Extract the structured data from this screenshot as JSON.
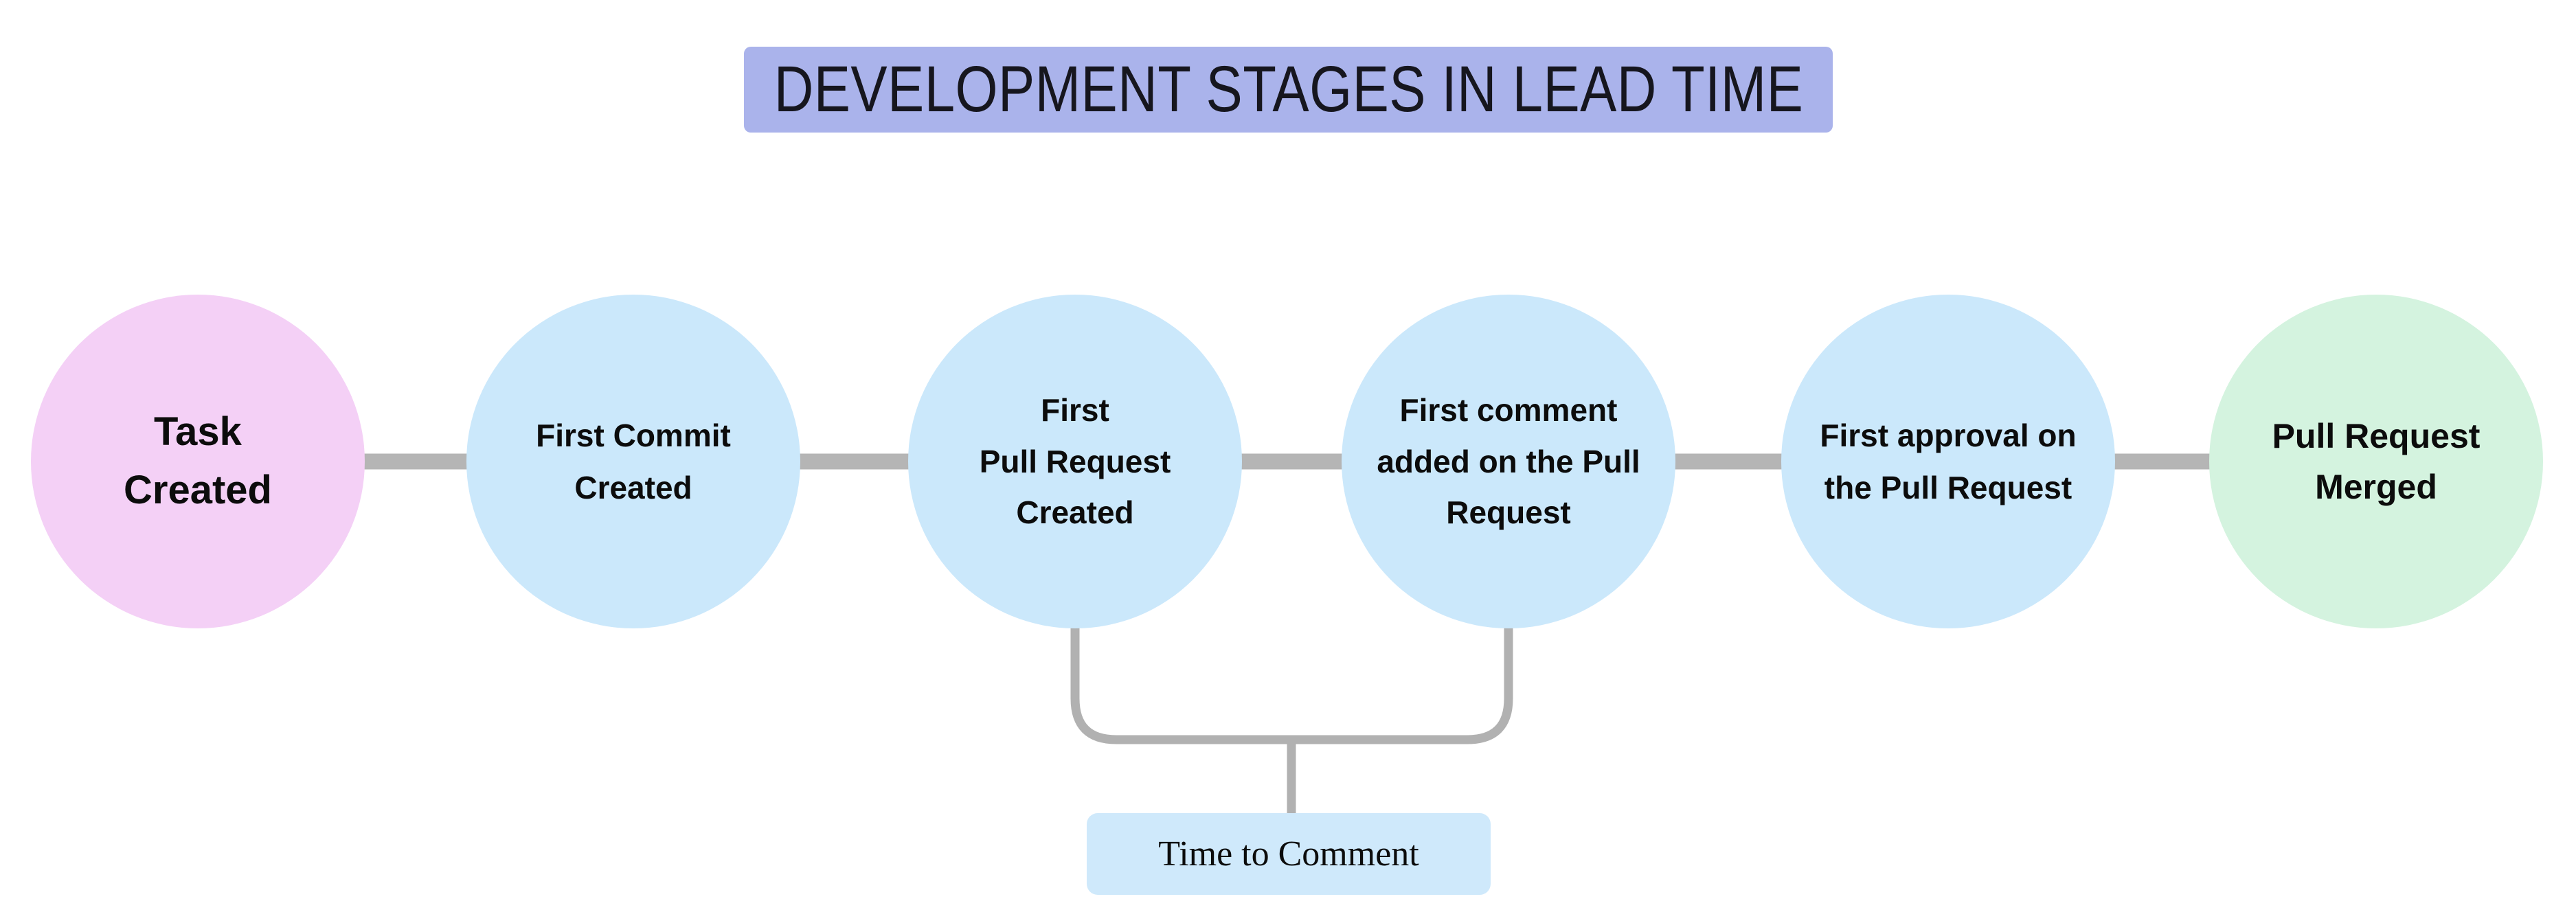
{
  "page": {
    "background": "#ffffff"
  },
  "title": {
    "text": "DEVELOPMENT STAGES IN LEAD TIME",
    "background": "#aab3eb",
    "text_color": "#16161e"
  },
  "flow": {
    "connector_color": "#b5b5b5",
    "stages": [
      {
        "id": "task-created",
        "label": "Task\nCreated",
        "color": "#f4d0f6"
      },
      {
        "id": "first-commit-created",
        "label": "First Commit\nCreated",
        "color": "#cbe8fb"
      },
      {
        "id": "first-pull-request-created",
        "label": "First\nPull Request\nCreated",
        "color": "#cbe8fb"
      },
      {
        "id": "first-comment-added",
        "label": "First comment\nadded on the Pull\nRequest",
        "color": "#cbe8fb"
      },
      {
        "id": "first-approval",
        "label": "First approval on\nthe Pull Request",
        "color": "#cbe8fb"
      },
      {
        "id": "pull-request-merged",
        "label": "Pull Request\nMerged",
        "color": "#d4f3df"
      }
    ]
  },
  "annotation": {
    "label": "Time to Comment",
    "box_background": "#cfe9fb",
    "line_color": "#b1b1b1",
    "connects": [
      "first-pull-request-created",
      "first-comment-added"
    ]
  }
}
